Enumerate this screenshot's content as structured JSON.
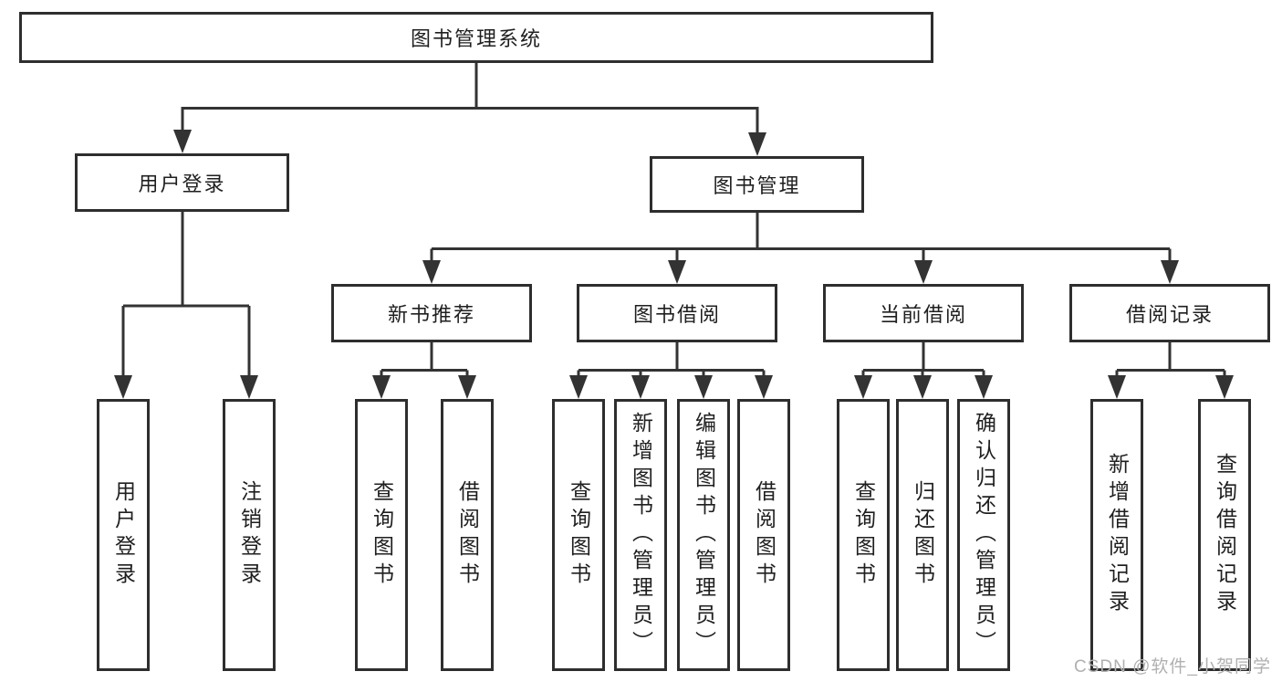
{
  "diagram": {
    "root": {
      "label": "图书管理系统"
    },
    "level2": [
      {
        "label": "用户登录",
        "children": [
          {
            "label": "用户登录"
          },
          {
            "label": "注销登录"
          }
        ]
      },
      {
        "label": "图书管理",
        "children": [
          {
            "label": "新书推荐",
            "children": [
              {
                "label": "查询图书"
              },
              {
                "label": "借阅图书"
              }
            ]
          },
          {
            "label": "图书借阅",
            "children": [
              {
                "label": "查询图书"
              },
              {
                "label": "新增图书（管理员）"
              },
              {
                "label": "编辑图书（管理员）"
              },
              {
                "label": "借阅图书"
              }
            ]
          },
          {
            "label": "当前借阅",
            "children": [
              {
                "label": "查询图书"
              },
              {
                "label": "归还图书"
              },
              {
                "label": "确认归还（管理员）"
              }
            ]
          },
          {
            "label": "借阅记录",
            "children": [
              {
                "label": "新增借阅记录"
              },
              {
                "label": "查询借阅记录"
              }
            ]
          }
        ]
      }
    ]
  },
  "watermark": {
    "text": "CSDN @软件_小贺同学"
  },
  "colors": {
    "background": "#ffffff",
    "line": "#333333",
    "box_border": "#2e2e2e",
    "text": "#1f1f1f",
    "watermark": "#b0b0b0"
  }
}
